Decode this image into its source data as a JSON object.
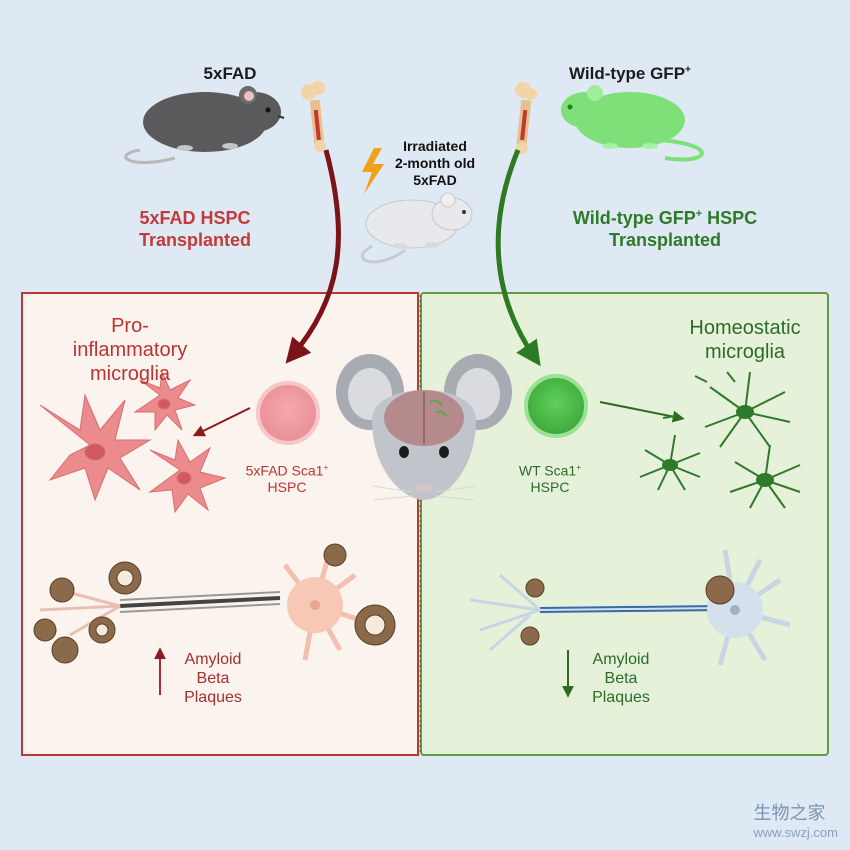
{
  "top": {
    "left_title": "5xFAD",
    "right_title": "Wild-type GFP",
    "right_title_sup": "+",
    "irradiated_line1": "Irradiated",
    "irradiated_line2": "2-month old",
    "irradiated_line3": "5xFAD",
    "left_hspc_line1": "5xFAD HSPC",
    "left_hspc_line2": "Transplanted",
    "right_hspc_line1a": "Wild-type GFP",
    "right_hspc_sup": "+",
    "right_hspc_line1b": " HSPC",
    "right_hspc_line2": "Transplanted"
  },
  "left_panel": {
    "microglia_line1": "Pro-",
    "microglia_line2": "inflammatory",
    "microglia_line3": "microglia",
    "cell_label_line1": "5xFAD Sca1",
    "cell_label_sup": "+",
    "cell_label_line2": "HSPC",
    "amyloid_line1": "Amyloid",
    "amyloid_line2": "Beta",
    "amyloid_line3": "Plaques"
  },
  "right_panel": {
    "microglia_line1": "Homeostatic",
    "microglia_line2": "microglia",
    "cell_label_line1": "WT Sca1",
    "cell_label_sup": "+",
    "cell_label_line2": "HSPC",
    "amyloid_line1": "Amyloid",
    "amyloid_line2": "Beta",
    "amyloid_line3": "Plaques"
  },
  "watermark": {
    "text_cn": "生物之家",
    "url": "www.swzj.com"
  },
  "colors": {
    "background": "#dfe9f3",
    "left_panel_bg": "#fbf4ee",
    "left_panel_border": "#b43a3a",
    "right_panel_bg": "#e6f1d9",
    "right_panel_border": "#5f9a47",
    "red_arrow": "#7a1418",
    "green_arrow": "#2e7a22",
    "gfp_green": "#7fe07a",
    "mouse_gray": "#5a5a5c"
  }
}
